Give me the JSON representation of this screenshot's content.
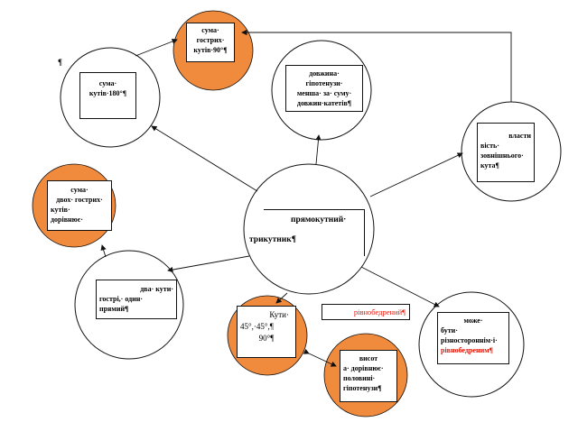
{
  "colors": {
    "accent": "#f08a3c",
    "highlight": "#e0180a",
    "line": "#111111"
  },
  "pilcrow": "¶",
  "center": {
    "line1": "прямокутний·",
    "line2": "трикутник¶"
  },
  "nodes": {
    "acute_sum_90": {
      "line1": "сума·",
      "line2": "гострих·",
      "line3": "кутів·90°¶"
    },
    "angles_sum_180": {
      "line1": "сума·",
      "line2": "кутів·180°¶"
    },
    "hypotenuse": {
      "line1": "довжина·",
      "line2": "гіпотенузи·",
      "line3": "менша· за· суму·",
      "line4": "довжин·катетів¶"
    },
    "exterior_angle": {
      "line1": "власти",
      "line2": "вість·",
      "line3": "зовнішнього·",
      "line4": "кута¶"
    },
    "two_acute_sum": {
      "line1": "сума·",
      "line2": "двох· гострих·",
      "line3": "кутів·",
      "line4": "дорівнює·"
    },
    "two_angles": {
      "line1": "два·     кути·",
      "line2": "гострі,·     один·",
      "line3": "прямий¶"
    },
    "angles_45": {
      "line1": "Кути·",
      "line2": "45°,·45°,¶",
      "line3": "90°¶"
    },
    "isosceles_label": "рівнобедрений¶",
    "can_be": {
      "line1": "може·",
      "line2": "бути·",
      "line3": "різностороннім·і·",
      "line4": "рівнобедреним¶"
    },
    "height": {
      "line1": "висот",
      "line2": "а·   дорівнює·",
      "line3": "половині·",
      "line4": "гіпотенузи¶"
    }
  }
}
